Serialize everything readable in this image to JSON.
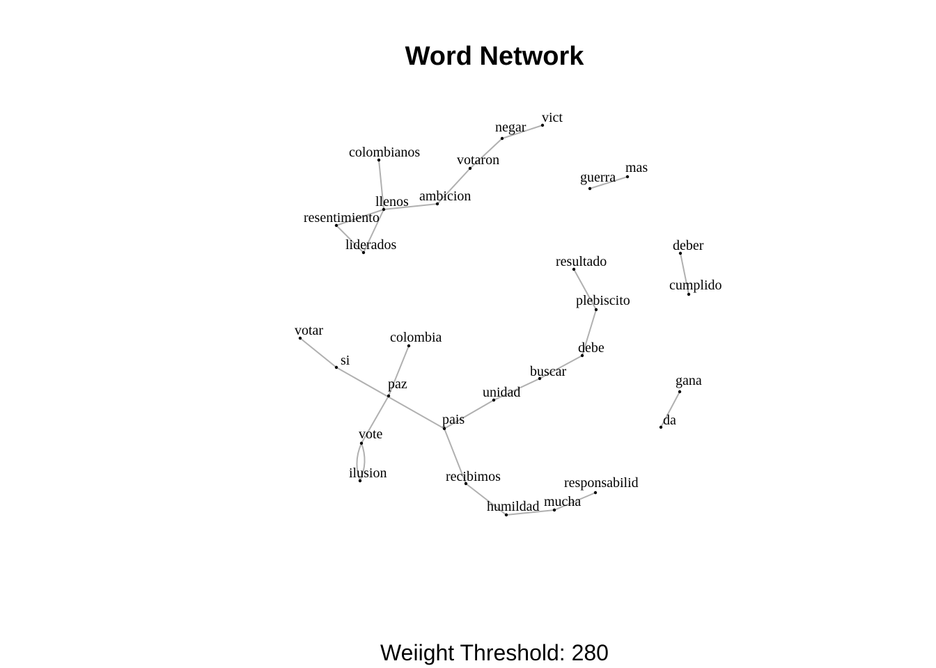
{
  "title": "Word Network",
  "caption": "Weiight Threshold: 280",
  "colors": {
    "edge": "#b0b0b0",
    "node": "#000000",
    "background": "#ffffff"
  },
  "nodes": [
    {
      "id": "vict",
      "label": "vict"
    },
    {
      "id": "negar",
      "label": "negar"
    },
    {
      "id": "colombianos",
      "label": "colombianos"
    },
    {
      "id": "votaron",
      "label": "votaron"
    },
    {
      "id": "guerra",
      "label": "guerra"
    },
    {
      "id": "mas",
      "label": "mas"
    },
    {
      "id": "ambicion",
      "label": "ambicion"
    },
    {
      "id": "llenos",
      "label": "llenos"
    },
    {
      "id": "resentimiento",
      "label": "resentimiento"
    },
    {
      "id": "liderados",
      "label": "liderados"
    },
    {
      "id": "deber",
      "label": "deber"
    },
    {
      "id": "resultado",
      "label": "resultado"
    },
    {
      "id": "cumplido",
      "label": "cumplido"
    },
    {
      "id": "plebiscito",
      "label": "plebiscito"
    },
    {
      "id": "votar",
      "label": "votar"
    },
    {
      "id": "colombia",
      "label": "colombia"
    },
    {
      "id": "debe",
      "label": "debe"
    },
    {
      "id": "si",
      "label": "si"
    },
    {
      "id": "buscar",
      "label": "buscar"
    },
    {
      "id": "paz",
      "label": "paz"
    },
    {
      "id": "gana",
      "label": "gana"
    },
    {
      "id": "unidad",
      "label": "unidad"
    },
    {
      "id": "pais",
      "label": "pais"
    },
    {
      "id": "da",
      "label": "da"
    },
    {
      "id": "vote",
      "label": "vote"
    },
    {
      "id": "ilusion",
      "label": "ilusion"
    },
    {
      "id": "recibimos",
      "label": "recibimos"
    },
    {
      "id": "responsabilid",
      "label": "responsabilid"
    },
    {
      "id": "mucha",
      "label": "mucha"
    },
    {
      "id": "humildad",
      "label": "humildad"
    }
  ],
  "edges": [
    [
      "vict",
      "negar"
    ],
    [
      "negar",
      "votaron"
    ],
    [
      "votaron",
      "ambicion"
    ],
    [
      "ambicion",
      "llenos"
    ],
    [
      "colombianos",
      "llenos"
    ],
    [
      "llenos",
      "resentimiento"
    ],
    [
      "llenos",
      "liderados"
    ],
    [
      "resentimiento",
      "liderados"
    ],
    [
      "guerra",
      "mas"
    ],
    [
      "deber",
      "cumplido"
    ],
    [
      "resultado",
      "plebiscito"
    ],
    [
      "plebiscito",
      "debe"
    ],
    [
      "debe",
      "buscar"
    ],
    [
      "buscar",
      "unidad"
    ],
    [
      "unidad",
      "pais"
    ],
    [
      "votar",
      "si"
    ],
    [
      "si",
      "pais"
    ],
    [
      "colombia",
      "paz"
    ],
    [
      "paz",
      "vote"
    ],
    [
      "vote",
      "ilusion"
    ],
    [
      "vote",
      "ilusion"
    ],
    [
      "pais",
      "recibimos"
    ],
    [
      "recibimos",
      "humildad"
    ],
    [
      "humildad",
      "mucha"
    ],
    [
      "mucha",
      "responsabilid"
    ],
    [
      "gana",
      "da"
    ]
  ]
}
